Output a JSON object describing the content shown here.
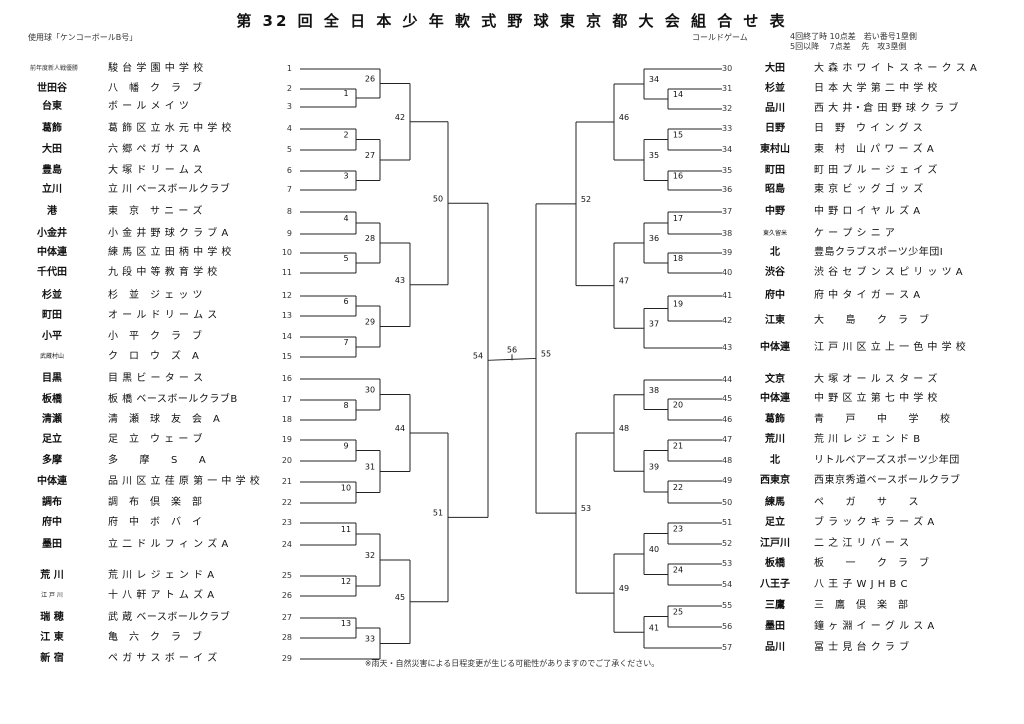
{
  "title": "第 32 回 全 日 本 少 年 軟 式 野 球 東 京 都 大 会 組 合 せ 表",
  "ball_note": "使用球「ケンコーボールB号」",
  "cold_game": "コールドゲーム",
  "rules": [
    "4回終了時 10点差　若い番号1塁側",
    "5回以降　 7点差　 先　攻3塁側"
  ],
  "note": "※雨天・自然災害による日程変更が生じる可能性がありますのでご了承ください。",
  "left_teams": [
    {
      "no": "1",
      "area": "",
      "seed": "前年度新人戦優勝",
      "name": "駿 台 学 園 中 学 校"
    },
    {
      "no": "2",
      "area": "世田谷",
      "name": "八　幡　ク　ラ　ブ"
    },
    {
      "no": "3",
      "area": "台東",
      "name": "ボ ー ル メ イ ツ"
    },
    {
      "no": "4",
      "area": "葛飾",
      "name": "葛 飾 区 立 水 元 中 学 校"
    },
    {
      "no": "5",
      "area": "大田",
      "name": "六 郷 ペ ガ サ ス A"
    },
    {
      "no": "6",
      "area": "豊島",
      "name": "大 塚 ド リ ー ム ス"
    },
    {
      "no": "7",
      "area": "立川",
      "name": "立 川 ベースボールクラブ"
    },
    {
      "no": "8",
      "area": "港",
      "name": "東　京　サ ニ ー ズ"
    },
    {
      "no": "9",
      "area": "小金井",
      "name": "小 金 井 野 球 ク ラ ブ A"
    },
    {
      "no": "10",
      "area": "中体連",
      "name": "練 馬 区 立 田 柄 中 学 校"
    },
    {
      "no": "11",
      "area": "千代田",
      "name": "九 段 中 等 教 育 学 校"
    },
    {
      "no": "12",
      "area": "杉並",
      "name": "杉　並　ジ ェ ッ ツ"
    },
    {
      "no": "13",
      "area": "町田",
      "name": "オ ー ル ド リ ー ム ス"
    },
    {
      "no": "14",
      "area": "小平",
      "name": "小　平　ク　ラ　ブ"
    },
    {
      "no": "15",
      "area": "武蔵村山",
      "name": "ク　ロ　ウ　ズ　A"
    },
    {
      "no": "16",
      "area": "目黒",
      "name": "目 黒 ビ ー タ ー ス"
    },
    {
      "no": "17",
      "area": "板橋",
      "name": "板 橋 ベースボールクラブB"
    },
    {
      "no": "18",
      "area": "清瀬",
      "name": "清　瀬　球　友　会　A"
    },
    {
      "no": "19",
      "area": "足立",
      "name": "足　立　ウ ェ ー ブ"
    },
    {
      "no": "20",
      "area": "多摩",
      "name": "多　　摩　　S　　A"
    },
    {
      "no": "21",
      "area": "中体連",
      "name": "品 川 区 立 荏 原 第 一 中 学 校"
    },
    {
      "no": "22",
      "area": "調布",
      "name": "調　布　倶　楽　部"
    },
    {
      "no": "23",
      "area": "府中",
      "name": "府　中　ボ　バ　イ"
    },
    {
      "no": "24",
      "area": "墨田",
      "name": "立 二 ド ル フ ィ ン ズ A"
    },
    {
      "no": "25",
      "area": "荒 川",
      "name": "荒 川 レ ジ ェ ン ド A"
    },
    {
      "no": "26",
      "area": "江 戸 川",
      "name": "十 八 軒 ア ト ム ズ A"
    },
    {
      "no": "27",
      "area": "瑞 穂",
      "name": "武 蔵 ベースボールクラブ"
    },
    {
      "no": "28",
      "area": "江 東",
      "name": "亀　六　ク　ラ　ブ"
    },
    {
      "no": "29",
      "area": "新 宿",
      "name": "ペ ガ サ ス ボ ー イ ズ"
    }
  ],
  "right_teams": [
    {
      "no": "30",
      "area": "大田",
      "name": "大 森 ホ ワ イ ト ス ネ ー ク ス A"
    },
    {
      "no": "31",
      "area": "杉並",
      "name": "日 本 大 学 第 二 中 学 校"
    },
    {
      "no": "32",
      "area": "品川",
      "name": "西 大 井・倉 田 野 球 ク ラ ブ"
    },
    {
      "no": "33",
      "area": "日野",
      "name": "日　野　ウ イ ン グ ス"
    },
    {
      "no": "34",
      "area": "東村山",
      "name": "東　村　山 パ ワ ー ズ A"
    },
    {
      "no": "35",
      "area": "町田",
      "name": "町 田 ブ ル ー ジ ェ イ ズ"
    },
    {
      "no": "36",
      "area": "昭島",
      "name": "東 京 ビ ッ グ ゴ ッ ズ"
    },
    {
      "no": "37",
      "area": "中野",
      "name": "中 野 ロ イ ヤ ル ズ A"
    },
    {
      "no": "38",
      "area": "東久留米",
      "name": "ケ ー プ シ ニ ア"
    },
    {
      "no": "39",
      "area": "北",
      "name": "豊島クラブスポーツ少年団Ⅰ"
    },
    {
      "no": "40",
      "area": "渋谷",
      "name": "渋 谷 セ ブ ン ス ピ リ ッ ツ A"
    },
    {
      "no": "41",
      "area": "府中",
      "name": "府 中 タ イ ガ ー ス A"
    },
    {
      "no": "42",
      "area": "江東",
      "name": "大　　島　　ク　ラ　ブ"
    },
    {
      "no": "43",
      "area": "中体連",
      "name": "江 戸 川 区 立 上 一 色 中 学 校"
    },
    {
      "no": "44",
      "area": "文京",
      "name": "大 塚 オ ー ル ス タ ー ズ"
    },
    {
      "no": "45",
      "area": "中体連",
      "name": "中 野 区 立 第 七 中 学 校"
    },
    {
      "no": "46",
      "area": "葛飾",
      "name": "青　　戸　　中　　学　　校"
    },
    {
      "no": "47",
      "area": "荒川",
      "name": "荒 川 レ ジ ェ ン ド B"
    },
    {
      "no": "48",
      "area": "北",
      "name": "リトルベアーズスポーツ少年団"
    },
    {
      "no": "49",
      "area": "西東京",
      "name": "西東京秀道ベースボールクラブ"
    },
    {
      "no": "50",
      "area": "練馬",
      "name": "ペ　　ガ　　サ　　ス"
    },
    {
      "no": "51",
      "area": "足立",
      "name": "ブ ラ ッ ク キ ラ ー ズ A"
    },
    {
      "no": "52",
      "area": "江戸川",
      "name": "二 之 江 リ バ ー ス"
    },
    {
      "no": "53",
      "area": "板橋",
      "name": "板　　一　　ク　ラ　ブ"
    },
    {
      "no": "54",
      "area": "八王子",
      "name": "八 王 子 W J H B C"
    },
    {
      "no": "55",
      "area": "三鷹",
      "name": "三　鷹　倶　楽　部"
    },
    {
      "no": "56",
      "area": "墨田",
      "name": "鐘 ヶ 淵 イ ー グ ル ス A"
    },
    {
      "no": "57",
      "area": "品川",
      "name": "冨 士 見 台 ク ラ ブ"
    }
  ],
  "left_games": [
    {
      "no": "1",
      "t": [
        "2",
        "3"
      ]
    },
    {
      "no": "2",
      "t": [
        "4",
        "5"
      ]
    },
    {
      "no": "3",
      "t": [
        "6",
        "7"
      ]
    },
    {
      "no": "4",
      "t": [
        "8",
        "9"
      ]
    },
    {
      "no": "5",
      "t": [
        "10",
        "11"
      ]
    },
    {
      "no": "6",
      "t": [
        "12",
        "13"
      ]
    },
    {
      "no": "7",
      "t": [
        "14",
        "15"
      ]
    },
    {
      "no": "8",
      "t": [
        "17",
        "18"
      ]
    },
    {
      "no": "9",
      "t": [
        "19",
        "20"
      ]
    },
    {
      "no": "10",
      "t": [
        "21",
        "22"
      ]
    },
    {
      "no": "11",
      "t": [
        "23",
        "24"
      ]
    },
    {
      "no": "12",
      "t": [
        "25",
        "26"
      ]
    },
    {
      "no": "13",
      "t": [
        "27",
        "28"
      ]
    },
    {
      "no": "26",
      "a": "1",
      "b": "G1"
    },
    {
      "no": "27",
      "a": "G2",
      "b": "G3"
    },
    {
      "no": "28",
      "a": "G4",
      "b": "G5"
    },
    {
      "no": "29",
      "a": "G6",
      "b": "G7"
    },
    {
      "no": "30",
      "a": "16",
      "b": "G8"
    },
    {
      "no": "31",
      "a": "G9",
      "b": "G10"
    },
    {
      "no": "32",
      "a": "G11",
      "b": "G12"
    },
    {
      "no": "33",
      "a": "G13",
      "b": "29"
    },
    {
      "no": "42",
      "a": "G26",
      "b": "G27"
    },
    {
      "no": "43",
      "a": "G28",
      "b": "G29"
    },
    {
      "no": "44",
      "a": "G30",
      "b": "G31"
    },
    {
      "no": "45",
      "a": "G32",
      "b": "G33"
    },
    {
      "no": "50",
      "a": "G42",
      "b": "G43"
    },
    {
      "no": "51",
      "a": "G44",
      "b": "G45"
    },
    {
      "no": "54",
      "a": "G50",
      "b": "G51"
    }
  ],
  "right_games": [
    {
      "no": "14",
      "t": [
        "31",
        "32"
      ]
    },
    {
      "no": "15",
      "t": [
        "33",
        "34"
      ]
    },
    {
      "no": "16",
      "t": [
        "35",
        "36"
      ]
    },
    {
      "no": "17",
      "t": [
        "37",
        "38"
      ]
    },
    {
      "no": "18",
      "t": [
        "39",
        "40"
      ]
    },
    {
      "no": "19",
      "t": [
        "41",
        "42"
      ]
    },
    {
      "no": "20",
      "t": [
        "45",
        "46"
      ]
    },
    {
      "no": "21",
      "t": [
        "47",
        "48"
      ]
    },
    {
      "no": "22",
      "t": [
        "49",
        "50"
      ]
    },
    {
      "no": "23",
      "t": [
        "51",
        "52"
      ]
    },
    {
      "no": "24",
      "t": [
        "53",
        "54"
      ]
    },
    {
      "no": "25",
      "t": [
        "55",
        "56"
      ]
    },
    {
      "no": "34",
      "a": "30",
      "b": "G14"
    },
    {
      "no": "35",
      "a": "G15",
      "b": "G16"
    },
    {
      "no": "36",
      "a": "G17",
      "b": "G18"
    },
    {
      "no": "37",
      "a": "G19",
      "b": "43"
    },
    {
      "no": "38",
      "a": "44",
      "b": "G20"
    },
    {
      "no": "39",
      "a": "G21",
      "b": "G22"
    },
    {
      "no": "40",
      "a": "G23",
      "b": "G24"
    },
    {
      "no": "41",
      "a": "G25",
      "b": "57"
    },
    {
      "no": "46",
      "a": "G34",
      "b": "G35"
    },
    {
      "no": "47",
      "a": "G36",
      "b": "G37"
    },
    {
      "no": "48",
      "a": "G38",
      "b": "G39"
    },
    {
      "no": "49",
      "a": "G40",
      "b": "G41"
    },
    {
      "no": "52",
      "a": "G46",
      "b": "G47"
    },
    {
      "no": "53",
      "a": "G48",
      "b": "G49"
    },
    {
      "no": "55",
      "a": "G52",
      "b": "G53"
    }
  ],
  "final": {
    "no": "56"
  }
}
